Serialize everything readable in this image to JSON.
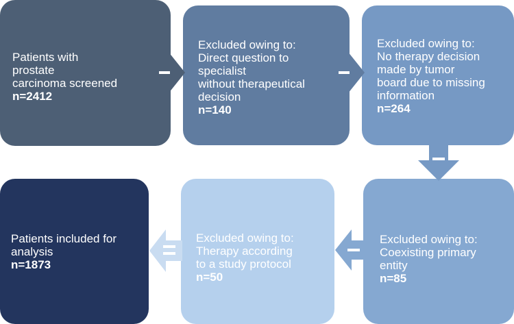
{
  "boxes": {
    "screened": {
      "lines": [
        "Patients with",
        "prostate",
        "carcinoma screened"
      ],
      "count": "n=2412"
    },
    "excluded_specialist": {
      "lines": [
        "Excluded owing to:",
        "Direct question to",
        "specialist",
        "without therapeutical",
        "decision"
      ],
      "count": "n=140"
    },
    "excluded_tumor_board": {
      "lines": [
        "Excluded owing to:",
        "No therapy decision",
        "made by tumor",
        "board due to missing",
        "information"
      ],
      "count": "n=264"
    },
    "excluded_coexisting": {
      "lines": [
        "Excluded owing to:",
        "Coexisting primary",
        "entity"
      ],
      "count": "n=85"
    },
    "excluded_study": {
      "lines": [
        "Excluded owing to:",
        "Therapy according",
        "to a study protocol"
      ],
      "count": "n=50"
    },
    "included": {
      "lines": [
        "Patients included for",
        "analysis"
      ],
      "count": "n=1873"
    }
  },
  "arrows": {
    "minus_sign": "−",
    "equals_sign": "=",
    "colors": {
      "arrow1": "#4d5f75",
      "arrow2": "#607ca0",
      "arrow3": "#7699c4",
      "arrow4": "#85a8d1",
      "arrow5": "#c9dcf1"
    }
  }
}
